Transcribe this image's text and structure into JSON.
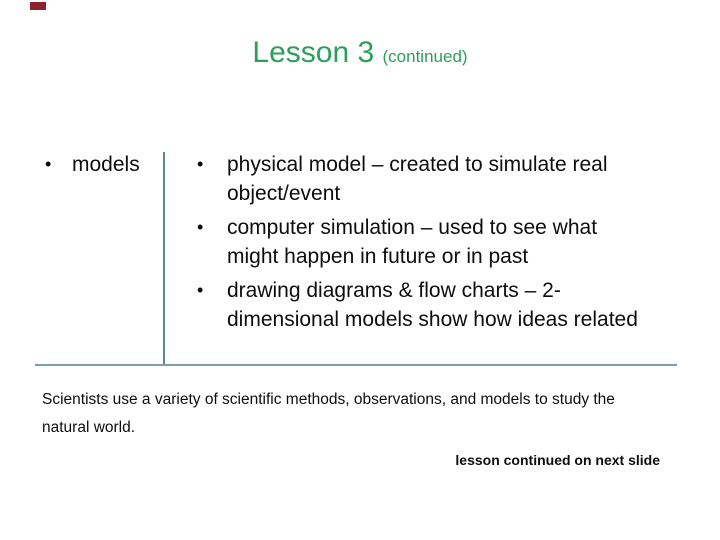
{
  "slide": {
    "corner_mark_color": "#8e222e",
    "title": {
      "main": "Lesson 3 ",
      "suffix": "(continued)",
      "color": "#2e9e5b"
    },
    "left_column": {
      "bullet": "•",
      "text": "models"
    },
    "right_column": {
      "bullet": "•",
      "items": [
        "physical model – created to simulate real\nobject/event",
        "computer simulation – used to see what\nmight happen in future or in past",
        "drawing diagrams & flow charts – 2-\ndimensional models show how ideas related"
      ]
    },
    "dividers": {
      "vertical_color": "#5d8793",
      "horizontal_color": "#7f9dab"
    },
    "footer": {
      "summary": "Scientists use a variety of scientific methods, observations, and models to study the\nnatural world.",
      "continuation_note": "lesson continued on next slide"
    }
  }
}
